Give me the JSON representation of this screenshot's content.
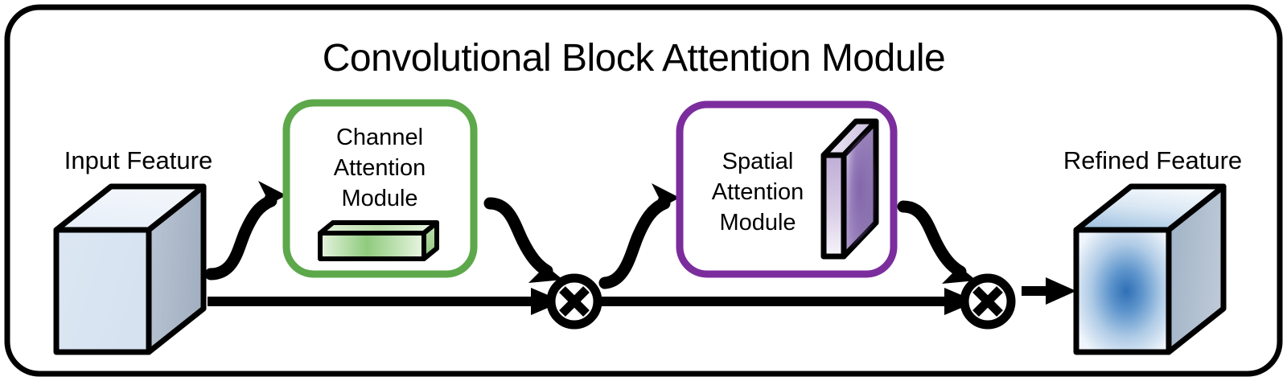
{
  "diagram": {
    "title": "Convolutional Block Attention Module",
    "type": "flow-diagram",
    "colors": {
      "outline": "#000000",
      "channel_module_border": "#5CA84A",
      "spatial_module_border": "#7B2D9E",
      "input_cube_front": "#DCE6F2",
      "input_cube_top": "#EAF0F8",
      "input_cube_side": "#A9B6C6",
      "refined_cube_center": "#3A7CC0",
      "channel_bar": "#8FCB7E",
      "spatial_slab": "#9B86BE",
      "background": "#FFFFFF"
    },
    "nodes": [
      {
        "id": "input-feature",
        "label": "Input Feature",
        "shape": "cube"
      },
      {
        "id": "channel-attention-module",
        "label_lines": [
          "Channel",
          "Attention",
          "Module"
        ],
        "shape": "rounded-rect",
        "glyph": "channel-descriptor-bar"
      },
      {
        "id": "multiply-1",
        "label": "⊗",
        "shape": "circle-times"
      },
      {
        "id": "spatial-attention-module",
        "label_lines": [
          "Spatial",
          "Attention",
          "Module"
        ],
        "shape": "rounded-rect",
        "glyph": "spatial-map-slab"
      },
      {
        "id": "multiply-2",
        "label": "⊗",
        "shape": "circle-times"
      },
      {
        "id": "refined-feature",
        "label": "Refined Feature",
        "shape": "cube"
      }
    ],
    "edges": [
      {
        "from": "input-feature",
        "to": "channel-attention-module",
        "style": "curved"
      },
      {
        "from": "channel-attention-module",
        "to": "multiply-1",
        "style": "curved"
      },
      {
        "from": "input-feature",
        "to": "multiply-1",
        "style": "straight"
      },
      {
        "from": "multiply-1",
        "to": "spatial-attention-module",
        "style": "curved"
      },
      {
        "from": "spatial-attention-module",
        "to": "multiply-2",
        "style": "curved"
      },
      {
        "from": "multiply-1",
        "to": "multiply-2",
        "style": "straight"
      },
      {
        "from": "multiply-2",
        "to": "refined-feature",
        "style": "straight"
      }
    ]
  }
}
